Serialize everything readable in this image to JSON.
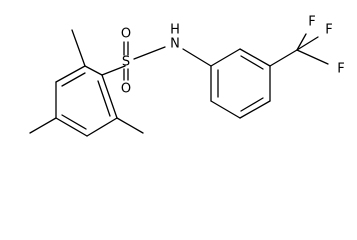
{
  "molecule": {
    "atoms": {
      "sulfur": "S",
      "oxygen_top": "O",
      "oxygen_bottom": "O",
      "nitrogen_hydrogen": "H",
      "nitrogen": "N",
      "fluorine_top_left": "F",
      "fluorine_top_right": "F",
      "fluorine_right": "F"
    }
  }
}
